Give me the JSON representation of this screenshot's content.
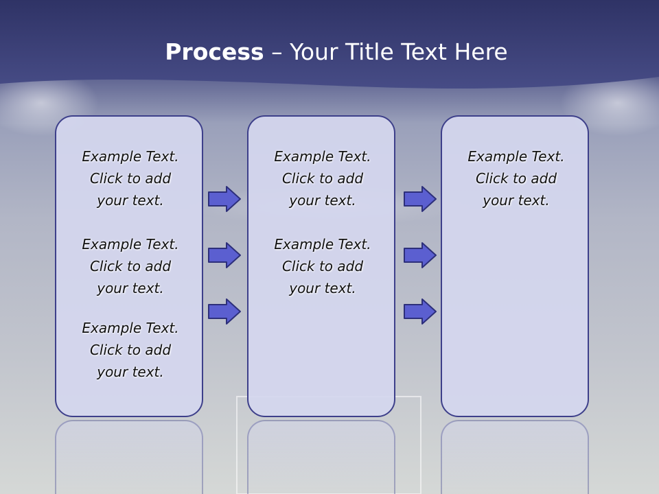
{
  "slide": {
    "title_bold": "Process",
    "title_rest": " – Your Title Text Here"
  },
  "columns": [
    {
      "items": [
        "Example Text.\nClick  to add\nyour text.",
        "Example Text.\nClick  to add\nyour text.",
        "Example Text.\nClick  to add\nyour text."
      ]
    },
    {
      "items": [
        "Example Text.\nClick  to add\nyour text.",
        "Example Text.\nClick  to add\nyour text."
      ]
    },
    {
      "items": [
        "Example Text.\nClick  to add\nyour text."
      ]
    }
  ],
  "colors": {
    "header": "#3a3f73",
    "box_border": "#3d3f8a",
    "box_fill": "#d4d6ee",
    "arrow_fill": "#5b5fd0"
  },
  "icons": [
    "arrow-right-icon"
  ]
}
